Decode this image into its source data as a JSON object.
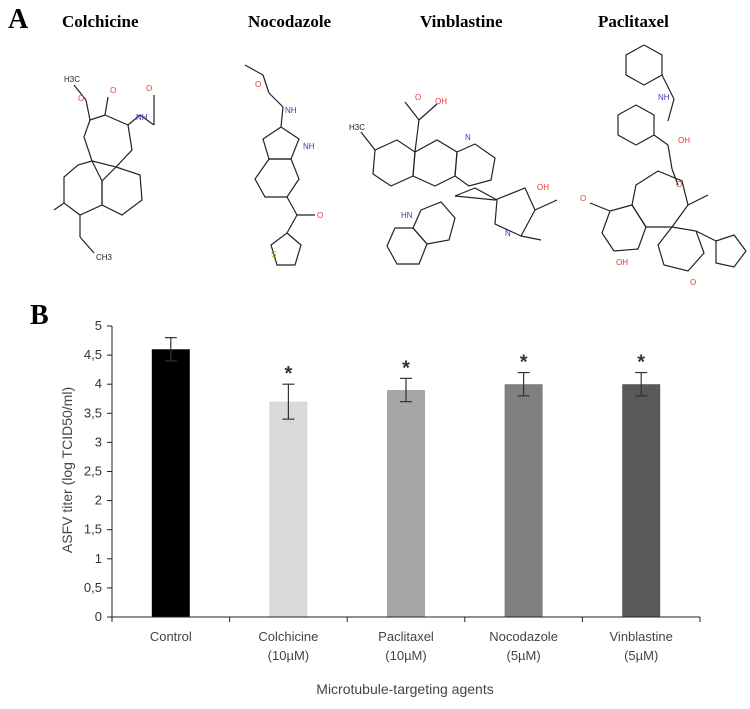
{
  "panel_a": {
    "letter": "A",
    "compounds": [
      {
        "name": "Colchicine",
        "icon": "colchicine-structure-icon"
      },
      {
        "name": "Nocodazole",
        "icon": "nocodazole-structure-icon"
      },
      {
        "name": "Vinblastine",
        "icon": "vinblastine-structure-icon"
      },
      {
        "name": "Paclitaxel",
        "icon": "paclitaxel-structure-icon"
      }
    ],
    "atom_labels": {
      "oxygen": "O",
      "nitrogen": "N",
      "nh": "NH",
      "hn": "HN",
      "sulfur": "S",
      "oh": "OH",
      "methyl": "CH3",
      "methyl_left": "H3C"
    },
    "colors": {
      "oxygen": "#e0392b",
      "nitrogen": "#3a3ab0",
      "sulfur": "#b8a000",
      "bond": "#222222"
    }
  },
  "panel_b": {
    "letter": "B"
  },
  "chart_data": {
    "type": "bar",
    "categories": [
      [
        "Control"
      ],
      [
        "Colchicine",
        "(10µM)"
      ],
      [
        "Paclitaxel",
        "(10µM)"
      ],
      [
        "Nocodazole",
        "(5µM)"
      ],
      [
        "Vinblastine",
        "(5µM)"
      ]
    ],
    "values": [
      4.6,
      3.7,
      3.9,
      4.0,
      4.0
    ],
    "errors": [
      0.2,
      0.3,
      0.2,
      0.2,
      0.2
    ],
    "significance": [
      "",
      "*",
      "*",
      "*",
      "*"
    ],
    "bar_colors": [
      "#000000",
      "#d9d9d9",
      "#a6a6a6",
      "#808080",
      "#595959"
    ],
    "ylabel": "ASFV titer (log TCID50/ml)",
    "xlabel": "Microtubule-targeting agents",
    "ylim": [
      0,
      5
    ],
    "yticks": [
      "0",
      "0,5",
      "1",
      "1,5",
      "2",
      "2,5",
      "3",
      "3,5",
      "4",
      "4,5",
      "5"
    ],
    "grid": false
  }
}
